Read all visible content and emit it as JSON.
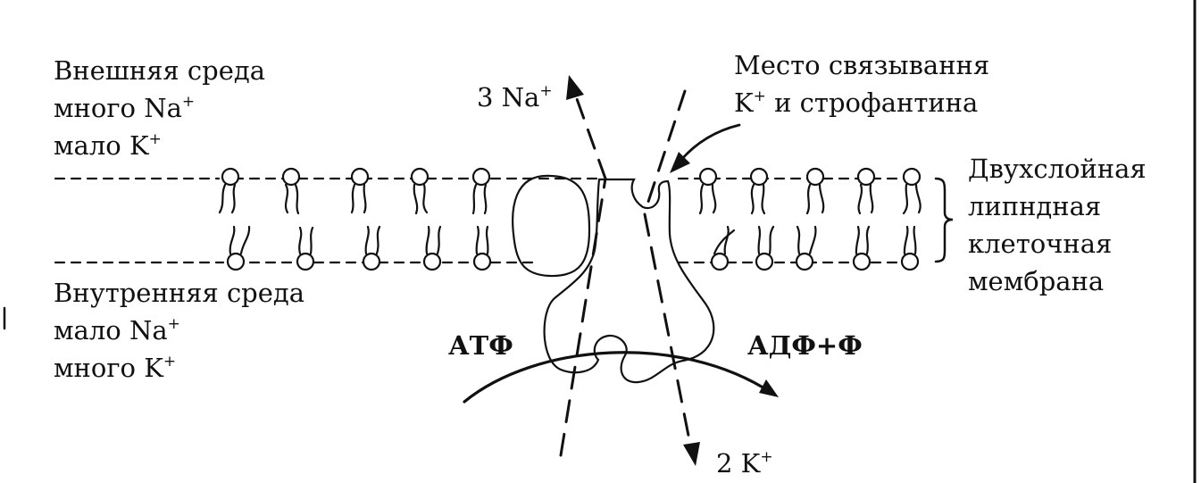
{
  "outer_env": {
    "title": "Внешняя среда",
    "line2_prefix": "много Na",
    "line3_prefix": "мало K",
    "sup": "+"
  },
  "inner_env": {
    "title": "Внутренняя среда",
    "line2_prefix": "мало Na",
    "line3_prefix": "много K",
    "sup": "+"
  },
  "binding_site": {
    "line1": "Место связывання",
    "line2_prefix": "K",
    "line2_suffix": " и строфантина",
    "sup": "+"
  },
  "membrane_label": {
    "lines": [
      "Двухслойная",
      "липндная",
      "клеточная",
      "мембрана"
    ]
  },
  "na_out": {
    "prefix": "3 Na",
    "sup": "+"
  },
  "k_in": {
    "prefix": "2 K",
    "sup": "+"
  },
  "atp": "АТФ",
  "adp": "АДФ+Ф",
  "colors": {
    "ink": "#111111",
    "background": "#ffffff"
  }
}
